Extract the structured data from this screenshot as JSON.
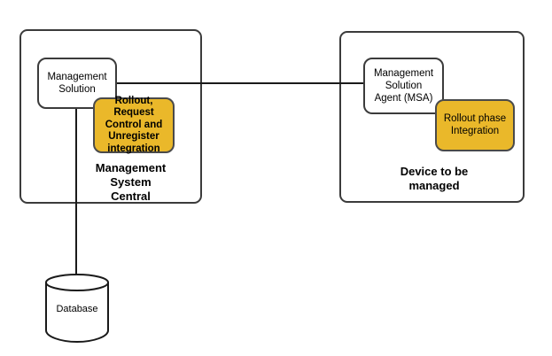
{
  "diagram": {
    "title": "Management System Central and Device to be managed integration diagram",
    "background_color": "#ffffff",
    "line_color": "#1a1a1a",
    "containers": [
      {
        "id": "management-system-central",
        "caption": "Management\nSystem\nCentral",
        "border_color": "#3b3b3b"
      },
      {
        "id": "device-to-be-managed",
        "caption": "Device to be\nmanaged",
        "border_color": "#3b3b3b"
      }
    ],
    "components": [
      {
        "id": "management-solution",
        "label": "Management\nSolution",
        "fill": "#ffffff",
        "border_color": "#3b3b3b"
      },
      {
        "id": "management-solution-agent",
        "label": "Management\nSolution\nAgent (MSA)",
        "fill": "#ffffff",
        "border_color": "#3b3b3b"
      }
    ],
    "highlights": [
      {
        "id": "rollout-request-control-unregister-integration",
        "label": "Rollout,\nRequest\nControl and\nUnregister\nintegration",
        "fill": "#eab82a",
        "border_color": "#4a4a4a"
      },
      {
        "id": "rollout-phase-integration",
        "label": "Rollout phase\nIntegration",
        "fill": "#eab82a",
        "border_color": "#4a4a4a"
      }
    ],
    "storage": {
      "id": "database",
      "label": "Database",
      "shape": "cylinder",
      "fill": "#ffffff",
      "border_color": "#1a1a1a"
    },
    "edges": [
      {
        "id": "central-to-device",
        "from": "management-solution",
        "to": "management-solution-agent",
        "orientation": "horizontal"
      },
      {
        "id": "solution-to-database",
        "from": "management-solution",
        "to": "database",
        "orientation": "vertical"
      }
    ]
  }
}
